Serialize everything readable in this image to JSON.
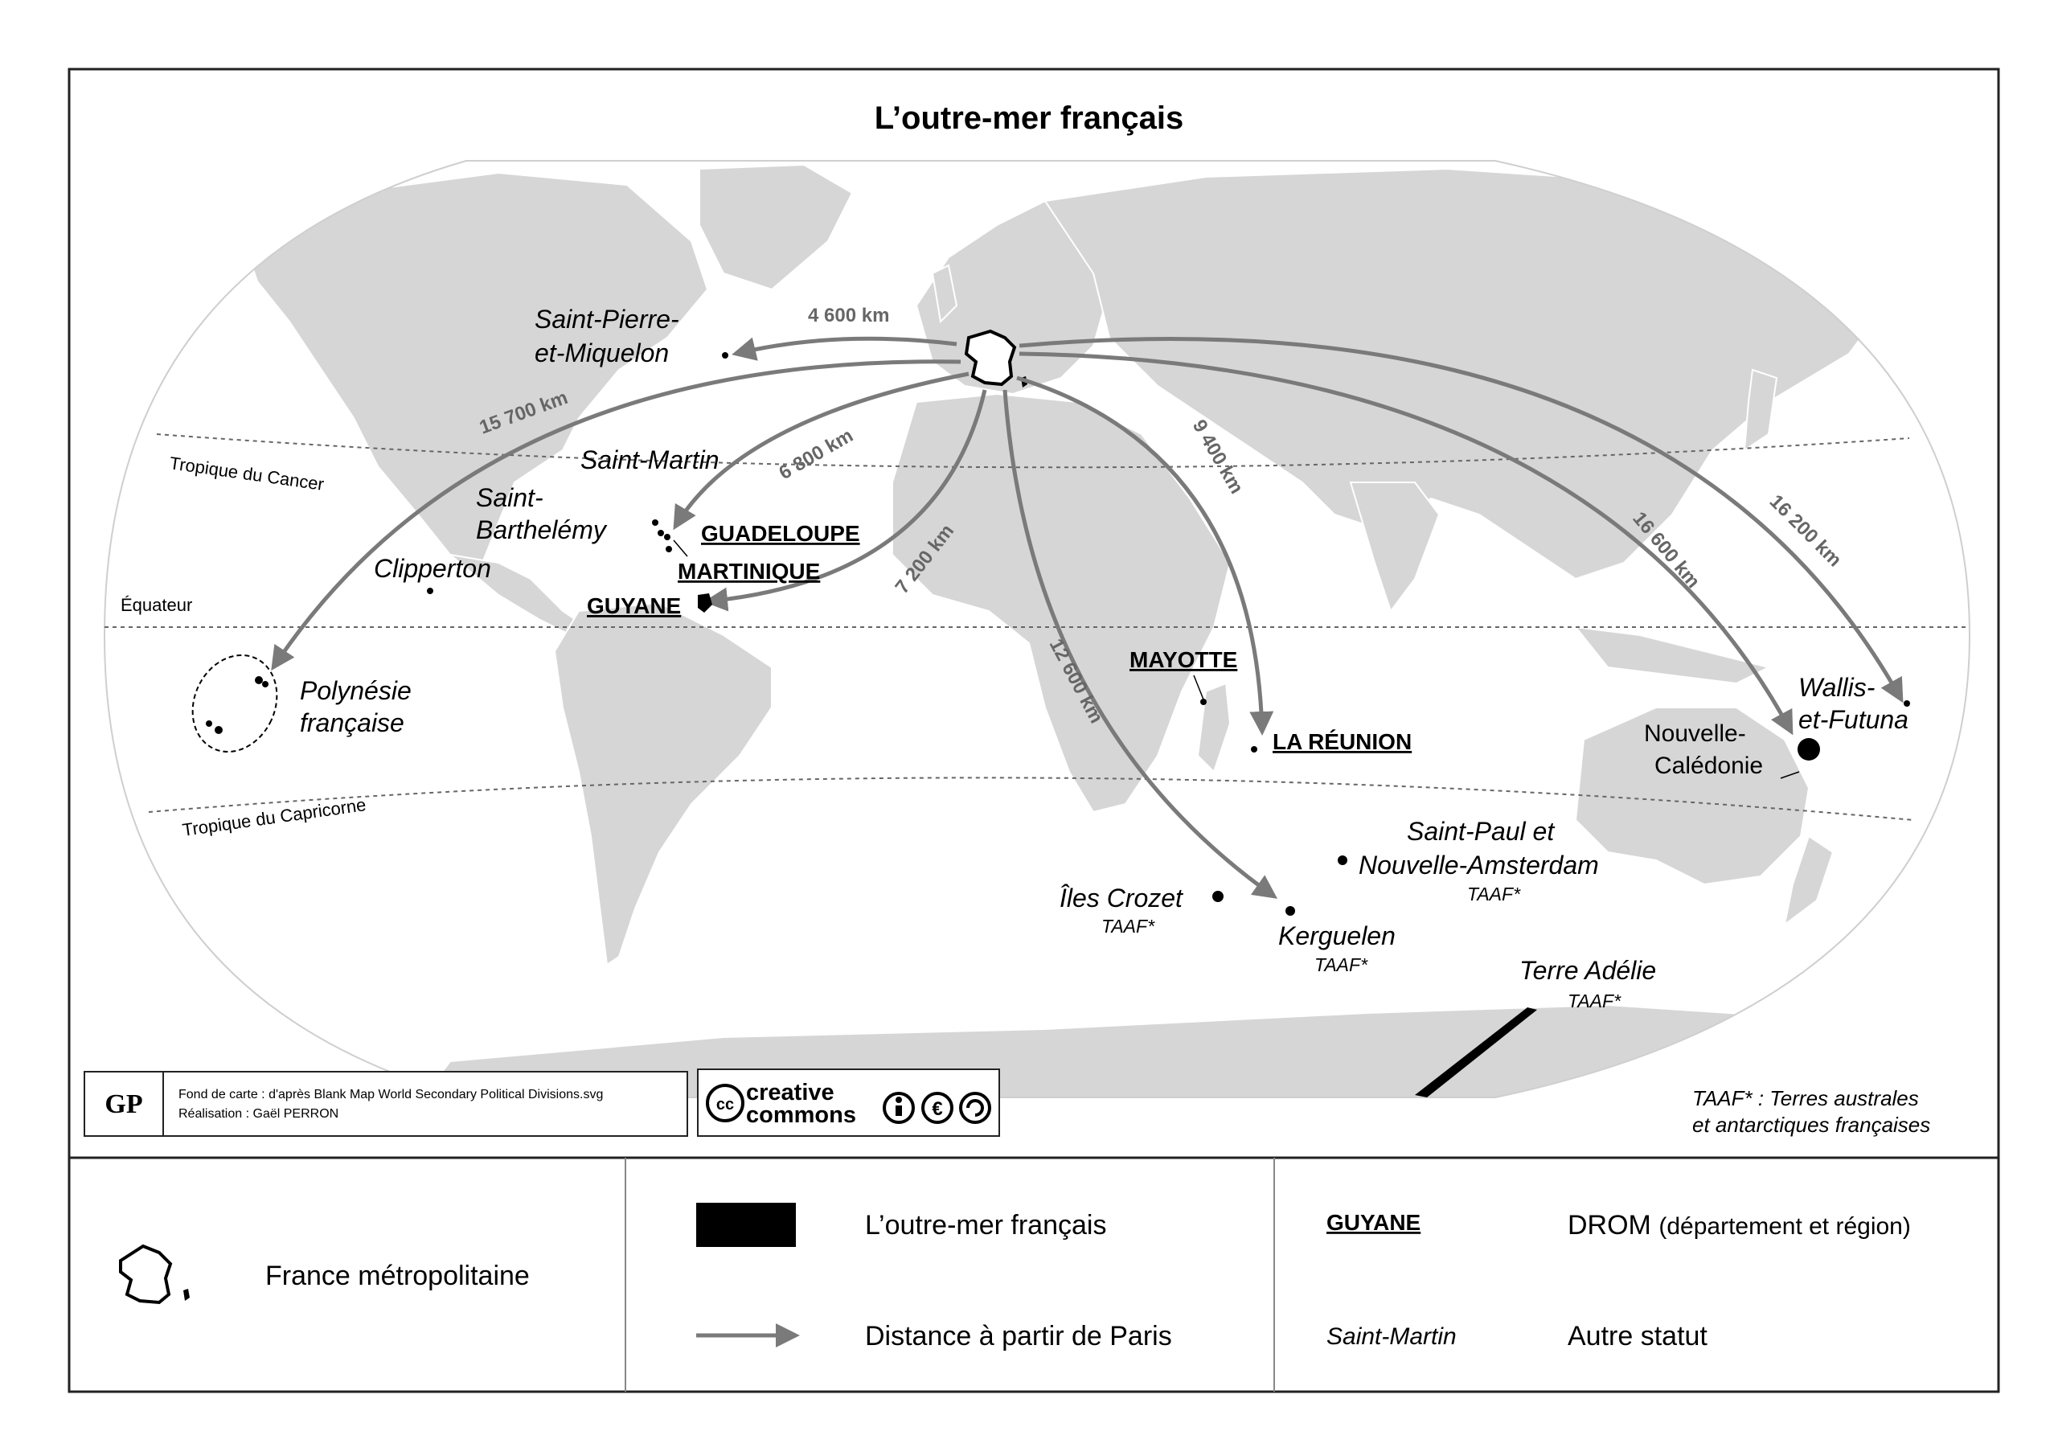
{
  "title": "L’outre-mer français",
  "reference_lines": {
    "tropic_cancer": "Tropique du Cancer",
    "equator": "Équateur",
    "tropic_capricorn": "Tropique du Capricorne"
  },
  "routes": [
    {
      "id": "spm",
      "distance": "4 600 km"
    },
    {
      "id": "polynesia",
      "distance": "15 700 km"
    },
    {
      "id": "guadeloupe",
      "distance": "6 800 km"
    },
    {
      "id": "guyane",
      "distance": "7 200 km"
    },
    {
      "id": "kerguelen",
      "distance": "12 600 km"
    },
    {
      "id": "reunion",
      "distance": "9 400 km"
    },
    {
      "id": "caledonia",
      "distance": "16 600 km"
    },
    {
      "id": "wallis",
      "distance": "16 200 km"
    }
  ],
  "territories": {
    "saint_pierre": [
      "Saint-Pierre-",
      "et-Miquelon"
    ],
    "saint_martin": "Saint-Martin",
    "saint_barthelemy": [
      "Saint-",
      "Barthelémy"
    ],
    "guadeloupe": "GUADELOUPE",
    "martinique": "MARTINIQUE",
    "guyane": "GUYANE",
    "clipperton": "Clipperton",
    "polynesie": [
      "Polynésie",
      "française"
    ],
    "mayotte": "MAYOTTE",
    "reunion": "LA RÉUNION",
    "wallis": [
      "Wallis-",
      "et-Futuna"
    ],
    "caledonie": [
      "Nouvelle-",
      "Calédonie"
    ],
    "saint_paul": [
      "Saint-Paul et",
      "Nouvelle-Amsterdam"
    ],
    "crozet": "Îles Crozet",
    "kerguelen": "Kerguelen",
    "terre_adelie": "Terre Adélie",
    "taaf_tag": "TAAF*"
  },
  "taaf_note": [
    "TAAF* :  Terres australes",
    "et antarctiques françaises"
  ],
  "credits": {
    "logo": "GP",
    "line1": "Fond de carte : d'après Blank Map World Secondary Political Divisions.svg",
    "line2": "Réalisation : Gaël PERRON",
    "cc_text1": "creative",
    "cc_text2": "commons"
  },
  "legend": {
    "france": "France métropolitaine",
    "outremer": "L’outre-mer français",
    "distance": "Distance à partir de Paris",
    "drom_example": "GUYANE",
    "drom_label": "DROM",
    "drom_detail": "(département et région)",
    "other_example": "Saint-Martin",
    "other_label": "Autre statut"
  },
  "colors": {
    "land": "#d6d6d6",
    "arrow": "#7a7a7a",
    "territory": "#000000",
    "frame": "#222222"
  }
}
